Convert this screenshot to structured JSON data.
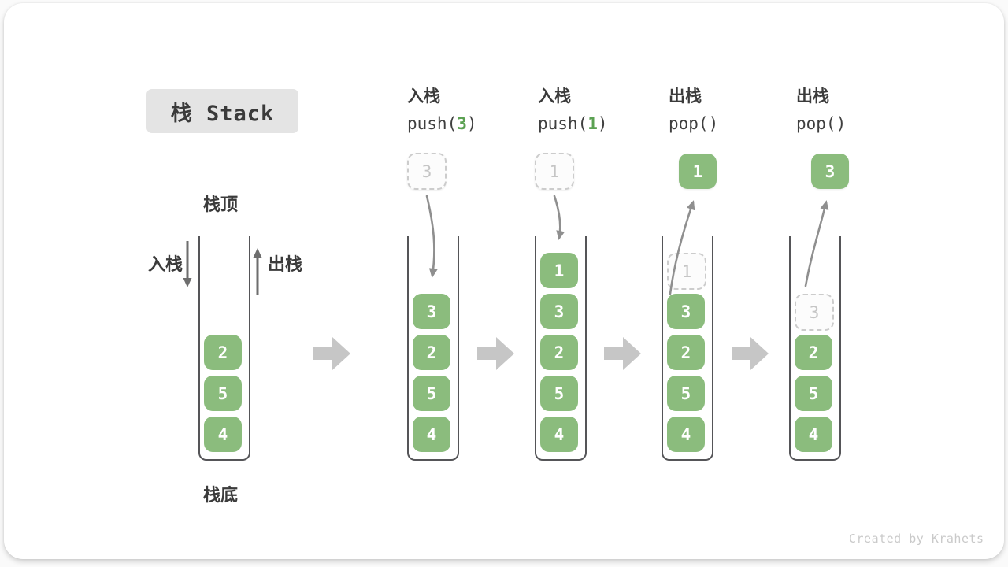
{
  "title": {
    "label": "栈 Stack"
  },
  "labels": {
    "stack_top": "栈顶",
    "stack_bottom": "栈底",
    "push_side": "入栈",
    "pop_side": "出栈"
  },
  "operations": [
    {
      "action": "入栈",
      "code": {
        "prefix": "push(",
        "arg": "3",
        "suffix": ")"
      }
    },
    {
      "action": "入栈",
      "code": {
        "prefix": "push(",
        "arg": "1",
        "suffix": ")"
      }
    },
    {
      "action": "出栈",
      "code": {
        "prefix": "pop(",
        "arg": "",
        "suffix": ")"
      }
    },
    {
      "action": "出栈",
      "code": {
        "prefix": "pop(",
        "arg": "",
        "suffix": ")"
      }
    }
  ],
  "stacks": [
    {
      "cells": [
        "2",
        "5",
        "4"
      ]
    },
    {
      "floating": "3",
      "cells": [
        "3",
        "2",
        "5",
        "4"
      ]
    },
    {
      "floating": "1",
      "cells": [
        "1",
        "3",
        "2",
        "5",
        "4"
      ]
    },
    {
      "floating": "1",
      "ghost": "1",
      "cells": [
        "3",
        "2",
        "5",
        "4"
      ]
    },
    {
      "floating": "3",
      "ghost": "3",
      "cells": [
        "2",
        "5",
        "4"
      ]
    }
  ],
  "watermark": "Created by Krahets",
  "colors": {
    "cell_green": "#8bbc7d",
    "code_arg_green": "#5ba152",
    "text_dark": "#3b3b3b",
    "stack_wall": "#555558",
    "curved_arrow": "#8f8f8f",
    "direction_arrow": "#6e6e6e",
    "step_arrow": "#c6c6c6",
    "dashed_border": "#cccccc",
    "title_bg": "#e4e4e4",
    "watermark_gray": "#cacaca"
  }
}
